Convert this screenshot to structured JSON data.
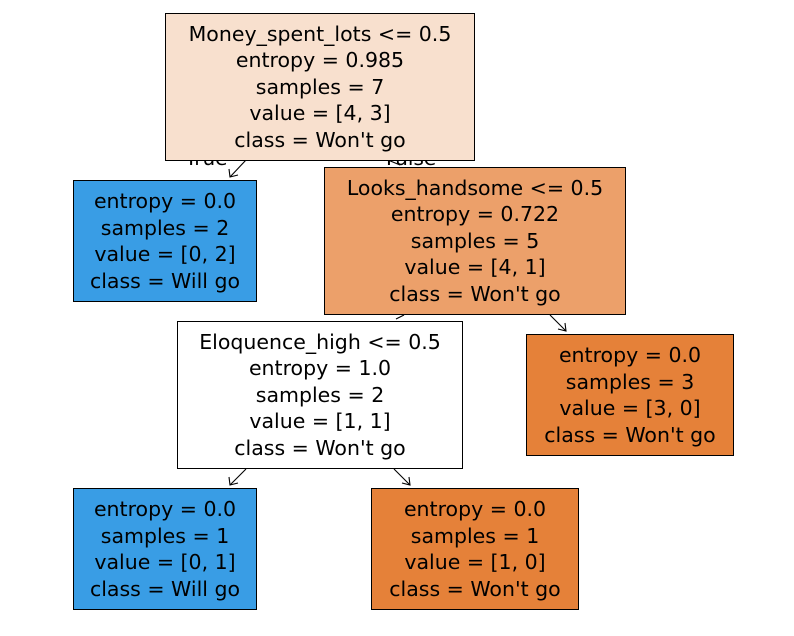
{
  "edge_labels": {
    "true_label": "True",
    "false_label": "False"
  },
  "nodes": {
    "root": {
      "lines": [
        "Money_spent_lots <= 0.5",
        "entropy = 0.985",
        "samples = 7",
        "value = [4, 3]",
        "class = Won't go"
      ],
      "fill": "#f8e0ce"
    },
    "left_leaf": {
      "lines": [
        "entropy = 0.0",
        "samples = 2",
        "value = [0, 2]",
        "class = Will go"
      ],
      "fill": "#399de5"
    },
    "right_split": {
      "lines": [
        "Looks_handsome <= 0.5",
        "entropy = 0.722",
        "samples = 5",
        "value = [4, 1]",
        "class = Won't go"
      ],
      "fill": "#eca06a"
    },
    "mid_split": {
      "lines": [
        "Eloquence_high <= 0.5",
        "entropy = 1.0",
        "samples = 2",
        "value = [1, 1]",
        "class = Won't go"
      ],
      "fill": "#ffffff"
    },
    "right_leaf": {
      "lines": [
        "entropy = 0.0",
        "samples = 3",
        "value = [3, 0]",
        "class = Won't go"
      ],
      "fill": "#e58139"
    },
    "bottom_left_leaf": {
      "lines": [
        "entropy = 0.0",
        "samples = 1",
        "value = [0, 1]",
        "class = Will go"
      ],
      "fill": "#399de5"
    },
    "bottom_right_leaf": {
      "lines": [
        "entropy = 0.0",
        "samples = 1",
        "value = [1, 0]",
        "class = Won't go"
      ],
      "fill": "#e58139"
    }
  }
}
